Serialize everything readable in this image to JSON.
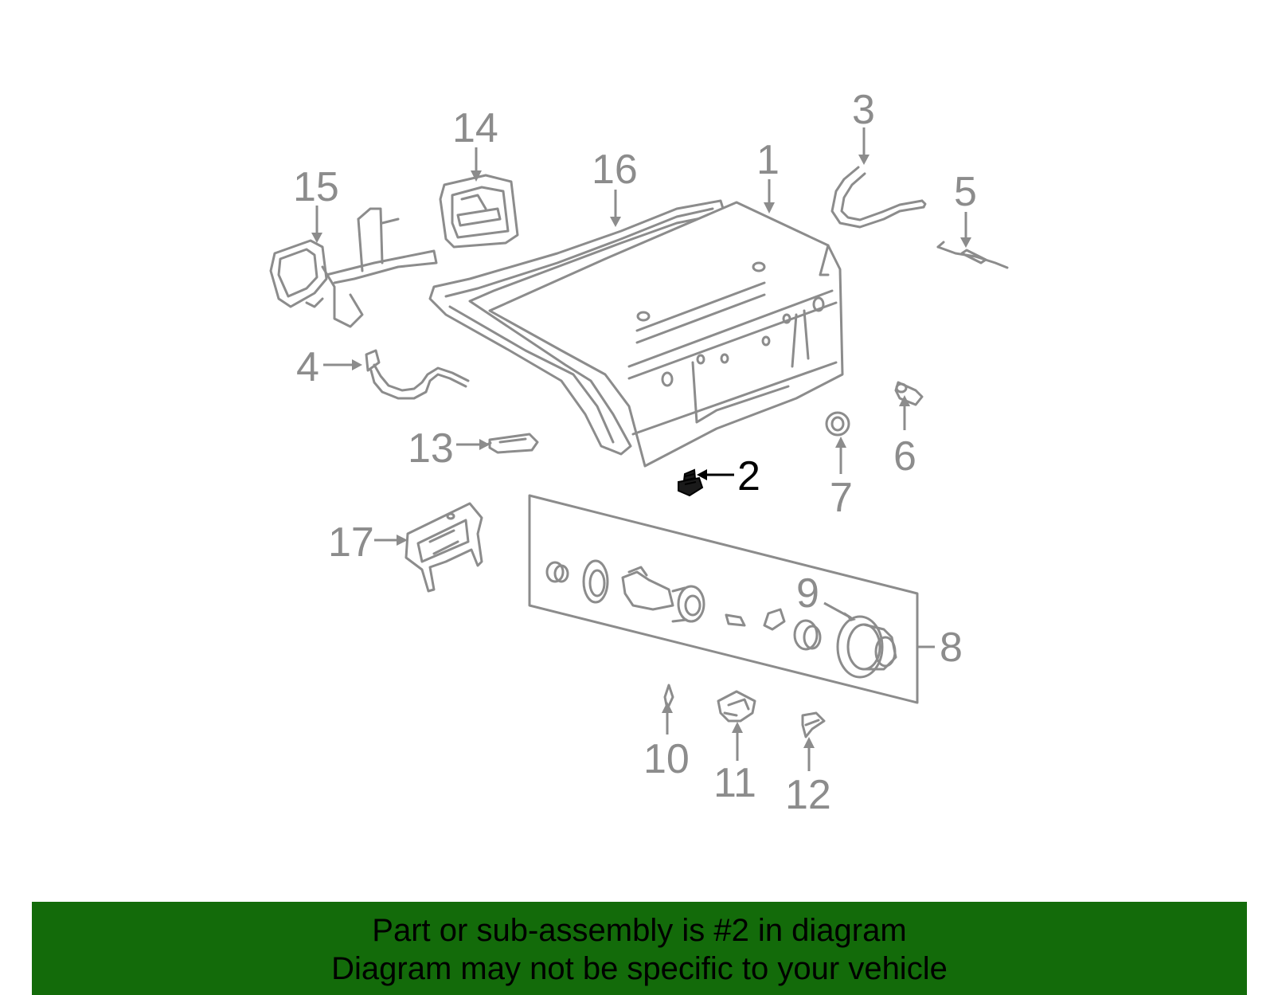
{
  "diagram": {
    "callouts": {
      "c1": "1",
      "c2": "2",
      "c3": "3",
      "c4": "4",
      "c5": "5",
      "c6": "6",
      "c7": "7",
      "c8": "8",
      "c9": "9",
      "c10": "10",
      "c11": "11",
      "c12": "12",
      "c13": "13",
      "c14": "14",
      "c15": "15",
      "c16": "16",
      "c17": "17"
    },
    "highlighted_part": "2",
    "colors": {
      "part_line": "#8c8c8c",
      "highlight": "#000000",
      "banner_bg": "#136b0a"
    }
  },
  "banner": {
    "line1": "Part or sub-assembly is #2 in diagram",
    "line2": "Diagram may not be specific to your vehicle"
  }
}
